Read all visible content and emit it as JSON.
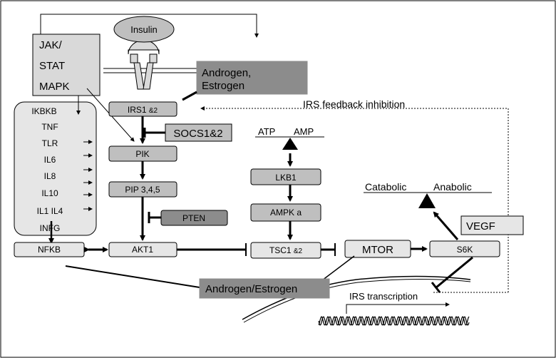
{
  "nodes": {
    "insulin": "Insulin",
    "jak_stat_mapk": [
      "JAK/",
      "STAT",
      "MAPK"
    ],
    "androgen_estrogen_top": [
      "Androgen,",
      "Estrogen"
    ],
    "irs1_2": {
      "main": "IRS1 ",
      "sub": "&2"
    },
    "socs": "SOCS1&2",
    "pik": "PIK",
    "pip": "PIP 3,4,5",
    "pten": "PTEN",
    "akt1": "AKT1",
    "nfkb": "NFKB",
    "tsc": {
      "main": "TSC1 ",
      "sub": "&2"
    },
    "lkb1": "LKB1",
    "ampk": "AMPK a",
    "mtor": "MTOR",
    "s6k": "S6K",
    "vegf": "VEGF",
    "androgen_estrogen_bottom": "Androgen/Estrogen"
  },
  "inflammation_list": [
    "IKBKB",
    "TNF",
    "TLR",
    "IL6",
    "IL8",
    "IL10",
    "IL1 IL4",
    "INFG"
  ],
  "labels": {
    "irs_feedback": "IRS feedback inhibition",
    "atp": "ATP",
    "amp": "AMP",
    "catabolic": "Catabolic",
    "anabolic": "Anabolic",
    "irs_transcription": "IRS transcription"
  },
  "colors": {
    "box_light": "#d9d9d9",
    "box_mid": "#bfbfbf",
    "box_dark": "#8c8c8c",
    "panel": "#e6e6e6",
    "line": "#000000"
  }
}
